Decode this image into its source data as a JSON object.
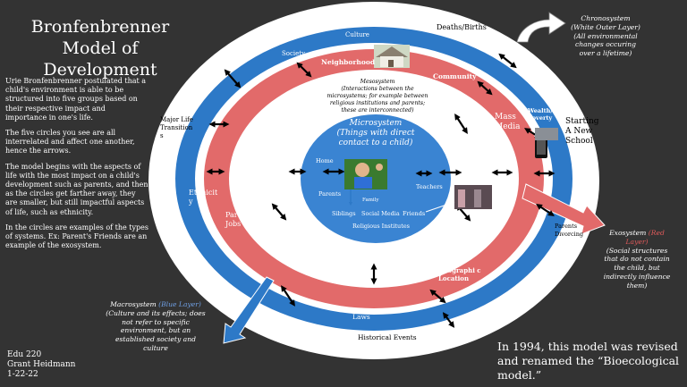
{
  "title": "Bronfenbrenner Model of Development",
  "intro": [
    "Urie Bronfenbrenner postulated that a child's environment is able to be structured into five groups based on their respective impact and importance in one's life.",
    "The five circles you see are all interrelated and affect one another, hence the arrows.",
    "The model begins with the aspects of life with the most impact on a child's development such as parents, and then as the circles get farther away, they are smaller, but still impactful aspects of life, such as ethnicity.",
    "In the circles are examples of the types of systems. Ex: Parent's Friends are an example of the exosystem."
  ],
  "footer": {
    "line1": "Edu 220",
    "line2": "Grant Heidmann",
    "line3": "1-22-22"
  },
  "revised_note": "In 1994, this model was revised and renamed the “Bioecological model.”",
  "chronosystem_note": {
    "title": "Chronosystem",
    "body": "(White Outer Layer) (All environmental changes occuring over a lifetime)"
  },
  "exosystem_note": {
    "title": "Exosystem",
    "color_tag": "(Red Layer)",
    "body": "(Social structures that do not contain the child, but indirectly influence them)"
  },
  "macrosystem_note": {
    "title": "Macrosystem",
    "color_tag": "(Blue Layer)",
    "body": "(Culture and its effects; does not refer to specific environment, but an established society and culture"
  },
  "mesosystem_note": {
    "title": "Mesosystem",
    "body": "(Interactions between the microsystems; for example between religious institutions and parents; these are interconnected)"
  },
  "microsystem": {
    "title": "Microsystem",
    "subtitle": "(Things with direct contact to a child)"
  },
  "labels": {
    "deaths_births": "Deaths/Births",
    "culture": "Culture",
    "society": "Society",
    "neighborhood": "Neighborhood",
    "community": "Community",
    "mass_media": "Mass Media",
    "wealth_poverty": "Wealth/ Poverty",
    "starting_school": "Starting A New School",
    "major_life": "Major Life Transition s",
    "ethnicity": "Ethnicit y",
    "parents_jobs": "Parent's Jobs",
    "parents_divorcing": "Parents Divorcing",
    "geographic": "Geographi c Location",
    "laws": "Laws",
    "historical_events": "Historical Events",
    "home": "Home",
    "parents": "Parents",
    "teachers": "Teachers",
    "siblings": "Siblings",
    "social_media": "Social Media",
    "friends": "Friends",
    "religious": "Religious Institutes",
    "family": "Family"
  },
  "colors": {
    "background": "#333333",
    "outer": "#ffffff",
    "blue": "#2d79c7",
    "red": "#e26a6a",
    "pink": "#f3a7a7",
    "inner_blue": "#3a84d2"
  }
}
